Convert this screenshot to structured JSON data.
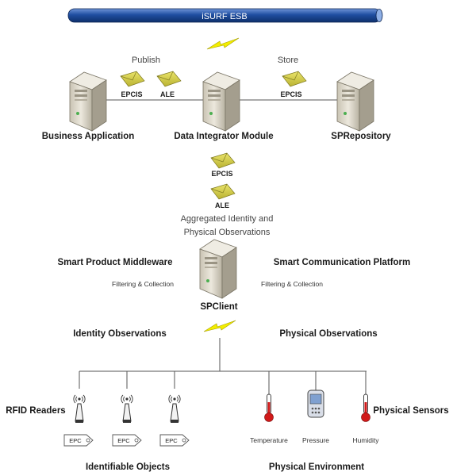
{
  "bus": {
    "label": "iSURF ESB"
  },
  "top": {
    "publish_label": "Publish",
    "store_label": "Store",
    "msg_epcis_left": "EPCIS",
    "msg_ale_left": "ALE",
    "msg_epcis_right": "EPCIS",
    "business_app": "Business Application",
    "data_integrator": "Data Integrator Module",
    "sp_repository": "SPRepository"
  },
  "middle": {
    "msg_epcis": "EPCIS",
    "msg_ale": "ALE",
    "aggregated_line1": "Aggregated Identity and",
    "aggregated_line2": "Physical Observations",
    "smart_product_middleware": "Smart Product Middleware",
    "smart_comm_platform": "Smart Communication Platform",
    "filtering_left": "Filtering & Collection",
    "filtering_right": "Filtering & Collection",
    "sp_client": "SPClient"
  },
  "observations": {
    "identity": "Identity Observations",
    "physical": "Physical Observations"
  },
  "bottom": {
    "rfid_readers": "RFID Readers",
    "physical_sensors": "Physical Sensors",
    "tags": [
      "EPC",
      "EPC",
      "EPC"
    ],
    "sensor_labels": [
      "Temperature",
      "Pressure",
      "Humidity"
    ],
    "identifiable_objects": "Identifiable Objects",
    "physical_environment": "Physical Environment"
  },
  "colors": {
    "bus": "#1f4ea1",
    "lightning": "#f3ee00",
    "envelope": "#d8d24a",
    "server": "#d8d2c2",
    "thermometer": "#d11a1a"
  }
}
